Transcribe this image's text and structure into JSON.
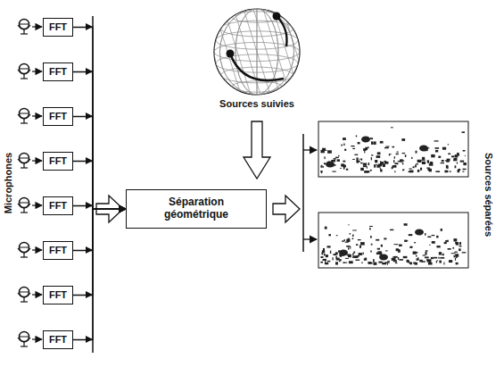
{
  "diagram": {
    "nodes": [
      {
        "text": [
          "FFT"
        ]
      },
      {
        "text": [
          "FFT"
        ]
      },
      {
        "text": [
          "FFT"
        ]
      },
      {
        "text": [
          "FFT"
        ]
      },
      {
        "text": [
          "FFT"
        ]
      },
      {
        "text": [
          "FFT"
        ]
      },
      {
        "text": [
          "FFT"
        ]
      },
      {
        "text": [
          "FFT"
        ]
      },
      {
        "text": [
          "Séparation géométrique"
        ]
      }
    ],
    "edges": [
      {
        "from": 0,
        "to": 8,
        "arrow": "to"
      },
      {
        "from": 1,
        "to": 8,
        "arrow": "to"
      },
      {
        "from": 2,
        "to": 8,
        "arrow": "to"
      },
      {
        "from": 3,
        "to": 8,
        "arrow": "to"
      },
      {
        "from": 4,
        "to": 8,
        "arrow": "to"
      },
      {
        "from": 5,
        "to": 8,
        "arrow": "to"
      },
      {
        "from": 6,
        "to": 8,
        "arrow": "to"
      },
      {
        "from": 7,
        "to": 8,
        "arrow": "to"
      }
    ],
    "labels": [
      "Microphones",
      "Sources suivies",
      "Sources séparées"
    ]
  }
}
